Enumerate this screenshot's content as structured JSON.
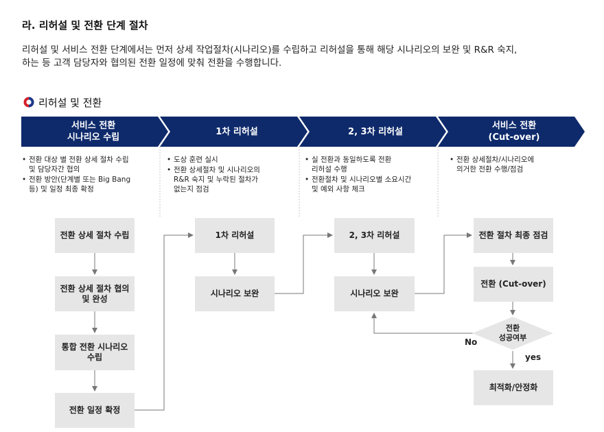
{
  "header": {
    "title": "라. 리허설 및 전환 단계 절차",
    "desc_line1": "리허설 및 서비스 전환 단계에서는 먼저 상세 작업절차(시나리오)를 수립하고 리허설을 통해 해당 시나리오의 보완 및 R&R 숙지,",
    "desc_line2": "하는 등 고객 담당자와 협의된 전환 일정에 맞춰 전환을 수행합니다."
  },
  "section": {
    "title": "리허설 및 전환"
  },
  "colors": {
    "phase_bg": "#0e2a6b",
    "box_bg": "#e6e6e6",
    "line": "#777777",
    "icon_red": "#d4202a",
    "icon_blue": "#1b3a8a"
  },
  "phases": [
    {
      "line1": "서비스 전환",
      "line2": "시나리오 수립",
      "bullets": [
        {
          "l1": "전환 대상 별 전환 상세 절차 수립",
          "l2": "및 담당자간 협의"
        },
        {
          "l1": "전환 방안(단계별 또는 Big Bang",
          "l2": "등) 및 일정 최종 확정"
        }
      ]
    },
    {
      "line1": "1차 리허설",
      "line2": "",
      "bullets": [
        {
          "l1": "도상 훈련 실시",
          "l2": ""
        },
        {
          "l1": "전환 상세절차 및 시나리오의",
          "l2": "R&R 숙지 및 누락된 절차가",
          "l3": "없는지 점검"
        }
      ]
    },
    {
      "line1": "2, 3차 리허설",
      "line2": "",
      "bullets": [
        {
          "l1": "실 전환과 동일하도록 전환",
          "l2": "리허설 수행"
        },
        {
          "l1": "전환절차 및 시나리오별 소요시간",
          "l2": "및 예외 사항 체크"
        }
      ]
    },
    {
      "line1": "서비스 전환",
      "line2": "(Cut-over)",
      "bullets": [
        {
          "l1": "전환 상세절차/시나리오에",
          "l2": "의거한 전환 수행/점검"
        }
      ]
    }
  ],
  "boxes": {
    "c1": [
      {
        "l1": "전환 상세 절차 수립",
        "l2": ""
      },
      {
        "l1": "전환 상세 절차 협의",
        "l2": "및 완성"
      },
      {
        "l1": "통합 전환 시나리오",
        "l2": "수립"
      },
      {
        "l1": "전환 일정 확정",
        "l2": ""
      }
    ],
    "c2": [
      {
        "l1": "1차 리허설"
      },
      {
        "l1": "시나리오 보완"
      }
    ],
    "c3": [
      {
        "l1": "2, 3차 리허설"
      },
      {
        "l1": "시나리오 보완"
      }
    ],
    "c4": [
      {
        "l1": "전환 절차 최종 점검"
      },
      {
        "l1": "전환 (Cut-over)"
      },
      {
        "l1": "최적화/안정화"
      }
    ]
  },
  "decision": {
    "line1": "전환",
    "line2": "성공여부",
    "no_label": "No",
    "yes_label": "yes"
  }
}
